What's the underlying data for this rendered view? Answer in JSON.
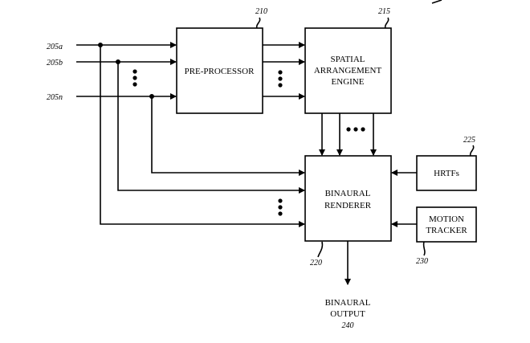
{
  "inputs": [
    {
      "ref": "205a"
    },
    {
      "ref": "205b"
    },
    {
      "ref": "205n"
    }
  ],
  "blocks": {
    "preprocessor": {
      "ref": "210",
      "lines": [
        "PRE-PROCESSOR"
      ]
    },
    "spatial_engine": {
      "ref": "215",
      "lines": [
        "SPATIAL",
        "ARRANGEMENT",
        "ENGINE"
      ]
    },
    "renderer": {
      "ref": "220",
      "lines": [
        "BINAURAL",
        "RENDERER"
      ]
    },
    "hrtfs": {
      "ref": "225",
      "lines": [
        "HRTFs"
      ]
    },
    "motion_tracker": {
      "ref": "230",
      "lines": [
        "MOTION",
        "TRACKER"
      ]
    }
  },
  "output": {
    "lines": [
      "BINAURAL",
      "OUTPUT"
    ],
    "ref": "240"
  }
}
